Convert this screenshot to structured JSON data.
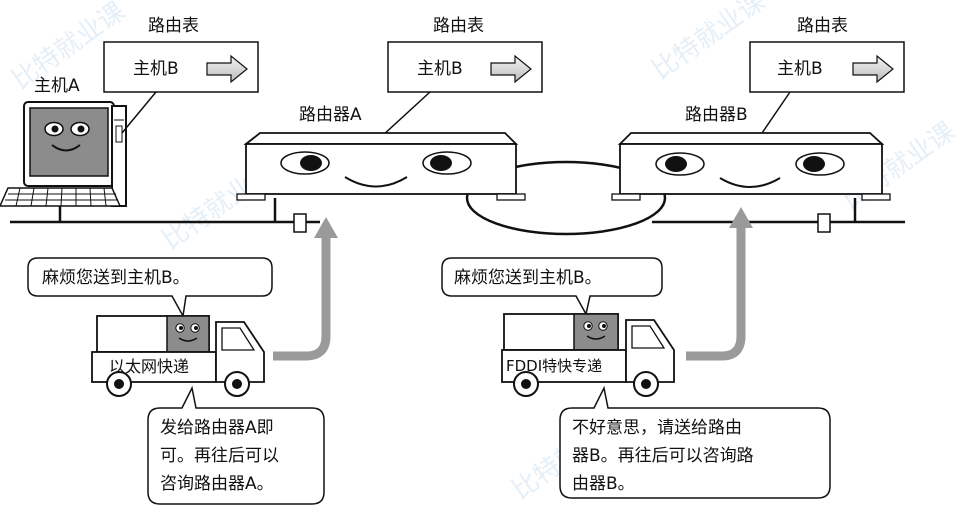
{
  "host_a": {
    "label": "主机A"
  },
  "routing_tables": [
    {
      "title": "路由表",
      "entry": "主机B"
    },
    {
      "title": "路由表",
      "entry": "主机B"
    },
    {
      "title": "路由表",
      "entry": "主机B"
    }
  ],
  "routers": [
    {
      "label": "路由器A"
    },
    {
      "label": "路由器B"
    }
  ],
  "truck_ethernet": {
    "speech": "麻烦您送到主机B。",
    "side_text": "以太网快递",
    "reply": [
      "发给路由器A即",
      "可。再往后可以",
      "咨询路由器A。"
    ]
  },
  "truck_fddi": {
    "speech": "麻烦您送到主机B。",
    "side_text": "FDDI特快专递",
    "reply": [
      "不好意思，请送给路由",
      "器B。再往后可以咨询路",
      "由器B。"
    ]
  },
  "watermark": {
    "text": "比特就业课",
    "color": "#cfe2f3"
  },
  "colors": {
    "line": "#111111",
    "arrow": "#9a9a9a",
    "screen": "#8c8c8c",
    "face": "#7a7a7a"
  }
}
